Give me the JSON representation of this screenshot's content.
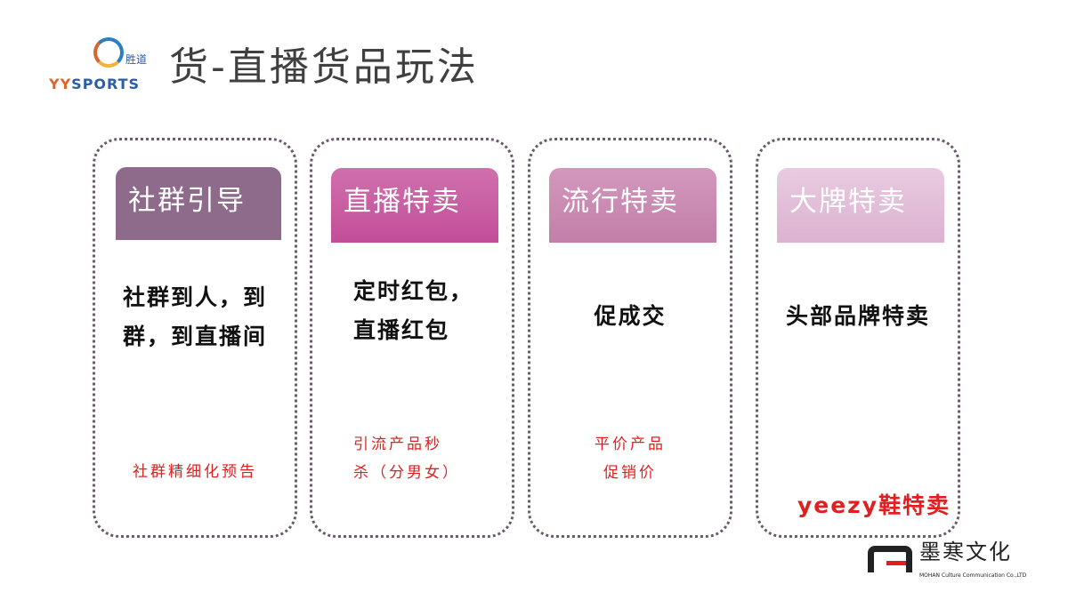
{
  "logo": {
    "cn": "胜道",
    "en_a": "YY",
    "en_b": "SPORTS"
  },
  "title": "货-直播货品玩法",
  "cards": [
    {
      "header": "社群引导",
      "color": "#8e6b8b",
      "main": [
        "社群到人，到",
        "群，到直播间"
      ],
      "sub": [
        "社群精细化预告"
      ]
    },
    {
      "header": "直播特卖",
      "color": "#c8559d",
      "main": [
        "定时红包，",
        "直播红包"
      ],
      "sub": [
        "引流产品秒",
        "杀（分男女）"
      ]
    },
    {
      "header": "流行特卖",
      "color": "#c98ab2",
      "main": [
        "促成交"
      ],
      "sub": [
        "平价产品",
        "促销价"
      ]
    },
    {
      "header": "大牌特卖",
      "color": "#e2bfd8",
      "main": [
        "头部品牌特卖"
      ],
      "sub": [
        "yeezy鞋特卖"
      ]
    }
  ],
  "footer_logo": {
    "cn": "墨寒文化",
    "en": "MOHAN Culture Communication Co.,LTD"
  }
}
